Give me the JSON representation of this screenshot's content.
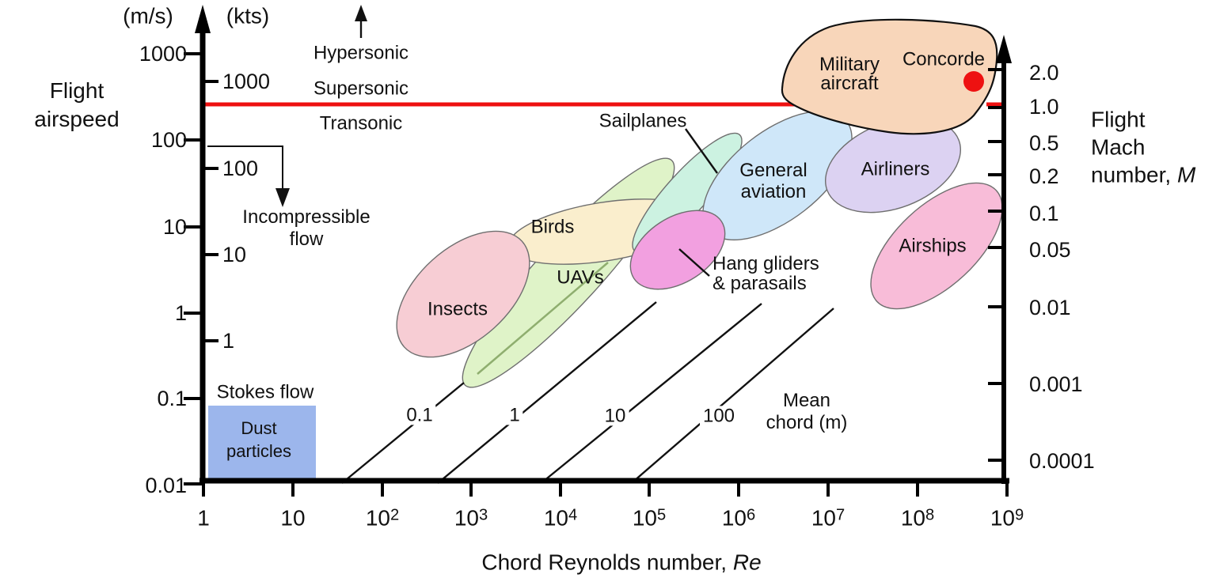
{
  "title_left": [
    "Flight",
    "airspeed"
  ],
  "units": {
    "ms": "(m/s)",
    "kts": "(kts)"
  },
  "axes": {
    "left_ms": {
      "ticks": [
        "1000",
        "100",
        "10",
        "1",
        "0.1",
        "0.01"
      ]
    },
    "left_kts": {
      "ticks": [
        "1000",
        "100",
        "10",
        "1"
      ]
    },
    "right_mach": {
      "title": [
        "Flight",
        "Mach"
      ],
      "title_line3_prefix": "number, ",
      "title_symbol": "M",
      "ticks": [
        "2.0",
        "1.0",
        "0.5",
        "0.2",
        "0.1",
        "0.05",
        "0.01",
        "0.001",
        "0.0001"
      ]
    },
    "bottom": {
      "title_prefix": "Chord Reynolds number, ",
      "title_symbol": "Re",
      "ticks": [
        {
          "b": "1",
          "e": ""
        },
        {
          "b": "10",
          "e": ""
        },
        {
          "b": "10",
          "e": "2"
        },
        {
          "b": "10",
          "e": "3"
        },
        {
          "b": "10",
          "e": "4"
        },
        {
          "b": "10",
          "e": "5"
        },
        {
          "b": "10",
          "e": "6"
        },
        {
          "b": "10",
          "e": "7"
        },
        {
          "b": "10",
          "e": "8"
        },
        {
          "b": "10",
          "e": "9"
        }
      ]
    }
  },
  "flow_labels": {
    "hypersonic": "Hypersonic",
    "supersonic": "Supersonic",
    "transonic": "Transonic",
    "incompressible": [
      "Incompressible",
      "flow"
    ],
    "stokes": "Stokes flow"
  },
  "regions": {
    "insects": "Insects",
    "birds": "Birds",
    "uavs": "UAVs",
    "sailplanes": "Sailplanes",
    "general_aviation": [
      "General",
      "aviation"
    ],
    "hang_gliders": [
      "Hang gliders",
      "& parasails"
    ],
    "airliners": "Airliners",
    "military": [
      "Military",
      "aircraft"
    ],
    "concorde": "Concorde",
    "airships": "Airships",
    "dust": [
      "Dust",
      "particles"
    ]
  },
  "mean_chord": {
    "title": [
      "Mean",
      "chord (m)"
    ],
    "values": [
      "0.1",
      "1",
      "10",
      "100"
    ]
  },
  "colors": {
    "sonic_line": "#ee1111",
    "concorde_dot": "#ee1111",
    "insects": "#f7cdd4",
    "birds": "#faeecd",
    "uavs": "#dff3c8",
    "sailplanes": "#ccf2e1",
    "general_aviation": "#cfe7f9",
    "hang_gliders": "#f2a0e0",
    "airliners": "#dcd2f2",
    "military": "#f8d6ba",
    "airships": "#f8bcd8",
    "dust": "#9cb6ec"
  },
  "chart_data": {
    "type": "scatter",
    "xlabel": "Chord Reynolds number, Re",
    "x_scale": "log",
    "x_range": [
      1,
      1000000000.0
    ],
    "ylabel_left_primary": "Flight airspeed (m/s)",
    "ylabel_left_secondary": "Flight airspeed (kts)",
    "y_scale": "log",
    "y_range_ms": [
      0.01,
      1000
    ],
    "kts_ticks": [
      1000,
      100,
      10,
      1
    ],
    "ylabel_right": "Flight Mach number, M",
    "mach_ticks": [
      2.0,
      1.0,
      0.5,
      0.2,
      0.1,
      0.05,
      0.01,
      0.001,
      0.0001
    ],
    "sonic_line_mach": 1.0,
    "flow_regimes": [
      "Hypersonic",
      "Supersonic",
      "Transonic",
      "Incompressible flow",
      "Stokes flow"
    ],
    "mean_chord_lines_m": [
      0.1,
      1,
      10,
      100
    ],
    "grid": false,
    "legend": false,
    "regions": [
      {
        "name": "Dust particles",
        "re_range": [
          1,
          20
        ],
        "speed_ms_range": [
          0.012,
          0.09
        ]
      },
      {
        "name": "Insects",
        "re_range": [
          200,
          5000
        ],
        "speed_ms_range": [
          0.3,
          9
        ]
      },
      {
        "name": "Birds",
        "re_range": [
          3000,
          400000
        ],
        "speed_ms_range": [
          4,
          19
        ]
      },
      {
        "name": "UAVs",
        "re_range": [
          900,
          200000
        ],
        "speed_ms_range": [
          0.15,
          60
        ]
      },
      {
        "name": "Sailplanes",
        "re_range": [
          60000,
          1500000
        ],
        "speed_ms_range": [
          5,
          110
        ]
      },
      {
        "name": "Hang gliders & parasails",
        "re_range": [
          60000,
          900000
        ],
        "speed_ms_range": [
          1.5,
          13
        ]
      },
      {
        "name": "General aviation",
        "re_range": [
          400000,
          20000000
        ],
        "speed_ms_range": [
          8,
          170
        ]
      },
      {
        "name": "Airliners",
        "re_range": [
          9000000,
          300000000
        ],
        "speed_ms_range": [
          16,
          160
        ]
      },
      {
        "name": "Military aircraft",
        "re_range": [
          3000000,
          1000000000
        ],
        "speed_ms_range": [
          120,
          2200
        ]
      },
      {
        "name": "Airships",
        "re_range": [
          30000000,
          800000000
        ],
        "speed_ms_range": [
          1.5,
          30
        ]
      },
      {
        "name": "Concorde",
        "re": 450000000,
        "speed_ms": 480,
        "marker": "red-dot"
      }
    ]
  }
}
